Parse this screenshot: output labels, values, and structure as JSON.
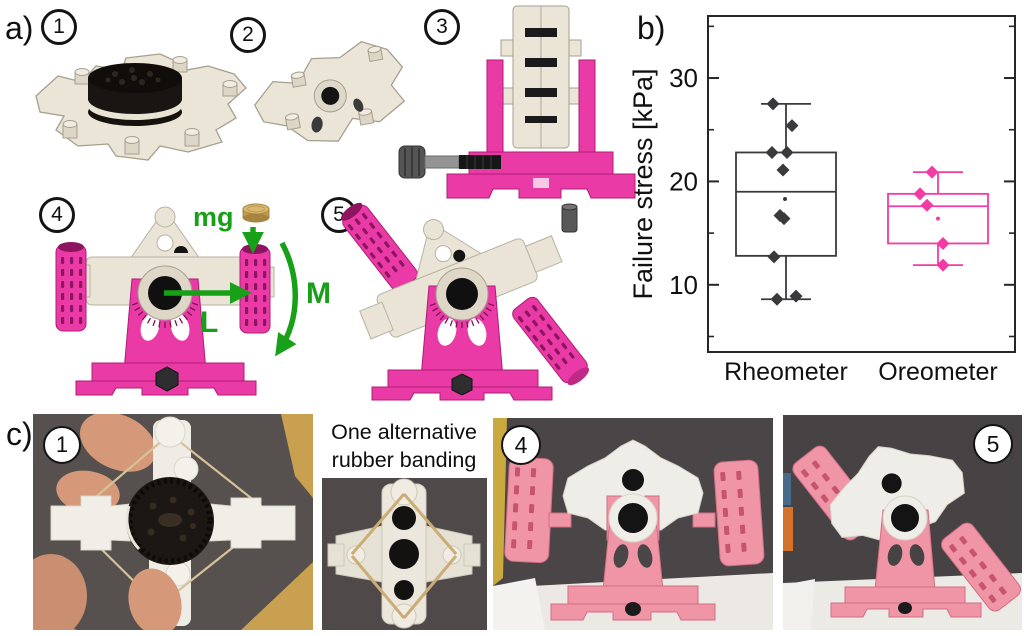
{
  "figure": {
    "panel_a_label": "a)",
    "panel_b_label": "b)",
    "panel_c_label": "c)"
  },
  "panel_a": {
    "steps": [
      {
        "num": "1"
      },
      {
        "num": "2"
      },
      {
        "num": "3"
      },
      {
        "num": "4"
      },
      {
        "num": "5"
      }
    ],
    "annotations": {
      "weight": "mg",
      "lever_arm": "L",
      "torque": "M"
    },
    "colors": {
      "magenta": "#ea3aa6",
      "cream": "#eae5d7",
      "green": "#18a018",
      "penny_gold": "#d9b76d"
    }
  },
  "chart_data": {
    "type": "box",
    "title": "",
    "ylabel": "Failure stress [kPa]",
    "xlabel": "",
    "categories": [
      "Rheometer",
      "Oreometer"
    ],
    "ylim": [
      3.5,
      36
    ],
    "yticks": [
      10,
      20,
      30
    ],
    "yticks_minor": [
      5,
      15,
      25,
      35
    ],
    "grid": false,
    "legend": "none",
    "series": [
      {
        "name": "Rheometer",
        "color": "#3a3a3c",
        "whisker_low": 8.6,
        "q1": 12.8,
        "median": 19.0,
        "q3": 22.8,
        "whisker_high": 27.5,
        "mean": 18.3,
        "mean_dx": -1,
        "points": [
          {
            "v": 27.5,
            "dx": -13
          },
          {
            "v": 25.4,
            "dx": 6
          },
          {
            "v": 22.8,
            "dx": -14
          },
          {
            "v": 22.8,
            "dx": 1
          },
          {
            "v": 21.1,
            "dx": -3
          },
          {
            "v": 16.7,
            "dx": -6
          },
          {
            "v": 16.4,
            "dx": -2
          },
          {
            "v": 12.7,
            "dx": -12
          },
          {
            "v": 8.9,
            "dx": 10
          },
          {
            "v": 8.6,
            "dx": -9
          }
        ]
      },
      {
        "name": "Oreometer",
        "color": "#f43aa4",
        "whisker_low": 11.9,
        "q1": 14.0,
        "median": 17.6,
        "q3": 18.8,
        "whisker_high": 20.9,
        "mean": 16.4,
        "mean_dx": 0,
        "points": [
          {
            "v": 20.9,
            "dx": -6
          },
          {
            "v": 18.8,
            "dx": -18
          },
          {
            "v": 17.7,
            "dx": -11
          },
          {
            "v": 14.0,
            "dx": 5
          },
          {
            "v": 11.9,
            "dx": 5
          }
        ]
      }
    ]
  },
  "panel_c": {
    "caption_line1": "One alternative",
    "caption_line2": "rubber banding",
    "photos": [
      {
        "num": "1"
      },
      {
        "num": "4"
      },
      {
        "num": "5"
      }
    ]
  }
}
